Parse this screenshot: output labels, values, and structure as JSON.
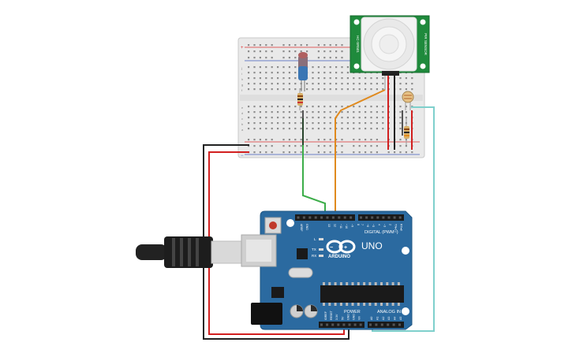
{
  "board": {
    "brand": "ARDUINO",
    "model": "UNO",
    "digital_label": "DIGITAL (PWM~)",
    "power_label": "POWER",
    "analog_label": "ANALOG IN",
    "led_l": "L",
    "led_tx": "TX",
    "led_rx": "RX",
    "on_label": "ON",
    "aref_label": "AREF",
    "gnd_label": "GND",
    "digital_pins": [
      "13",
      "12",
      "~11",
      "~10",
      "~9",
      "8",
      "7",
      "~6",
      "~5",
      "4",
      "~3",
      "2",
      "TX▸1",
      "RX◂0"
    ],
    "power_pins": [
      "IOREF",
      "RESET",
      "3.3V",
      "5V",
      "GND",
      "GND",
      "Vin"
    ],
    "analog_pins": [
      "A0",
      "A1",
      "A2",
      "A3",
      "A4",
      "A5"
    ]
  },
  "pir_sensor": {
    "label_left": "HC-SR501",
    "label_right": "PIR SENSOR"
  },
  "breadboard": {
    "row_letters": [
      "a",
      "b",
      "c",
      "d",
      "e",
      "f",
      "g",
      "h",
      "i",
      "j"
    ],
    "rail_plus": "+",
    "rail_minus": "−"
  },
  "colors": {
    "board_blue": "#2b6aa0",
    "wire_green": "#3cad49",
    "wire_orange": "#e08a1e",
    "wire_red": "#d22020",
    "wire_black": "#222222",
    "wire_cyan": "#7fd0cc",
    "pir_green": "#1f8a3c"
  }
}
